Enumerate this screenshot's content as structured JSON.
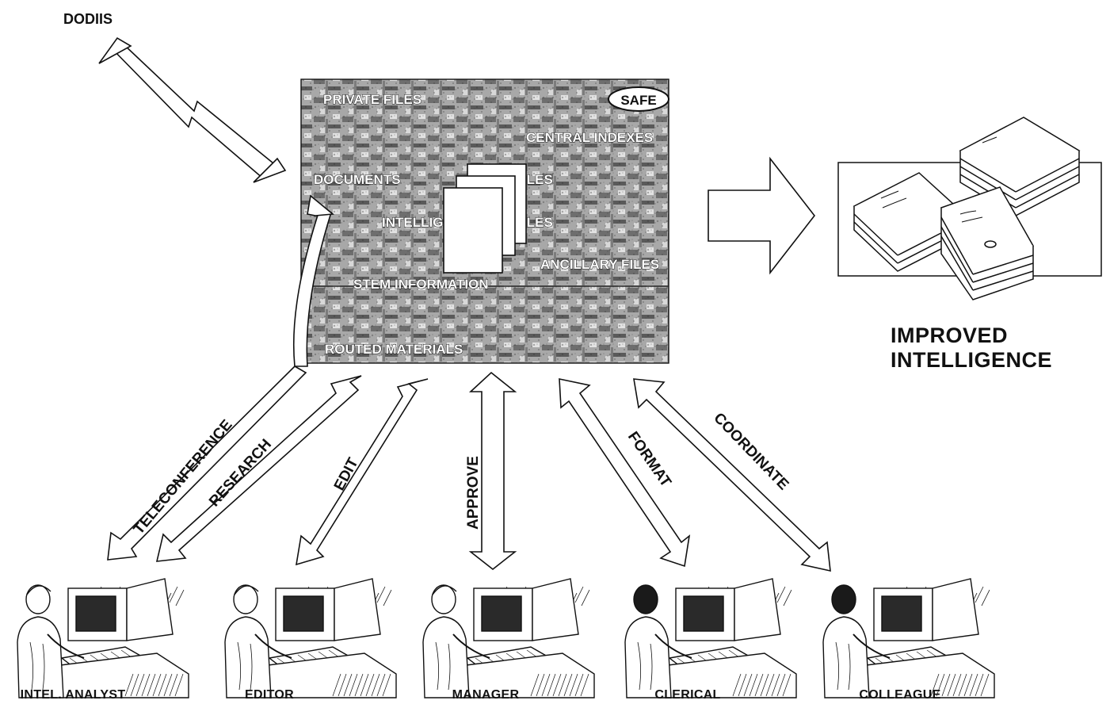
{
  "network": {
    "name": "DODIIS"
  },
  "system": {
    "badge": "SAFE",
    "file_areas": [
      "PRIVATE FILES",
      "CENTRAL INDEXES",
      "DOCUMENTS",
      "INTELLIG",
      "ILES",
      "ANCILLARY FILES",
      "STEM INFORMATION",
      "ROUTED MATERIALS"
    ]
  },
  "output": {
    "line1": "IMPROVED",
    "line2": "INTELLIGENCE"
  },
  "flows": {
    "teleconference": "TELECONFERENCE",
    "research": "RESEARCH",
    "edit": "EDIT",
    "approve": "APPROVE",
    "format": "FORMAT",
    "coordinate": "COORDINATE"
  },
  "stations": {
    "analyst": "INTEL. ANALYST",
    "editor": "EDITOR",
    "manager": "MANAGER",
    "clerical": "CLERICAL",
    "colleague": "COLLEAGUE"
  },
  "colors": {
    "ink": "#111111",
    "screen_mid": "#9a9a9a",
    "screen_dark": "#5a5a5a",
    "paper": "#ffffff"
  }
}
